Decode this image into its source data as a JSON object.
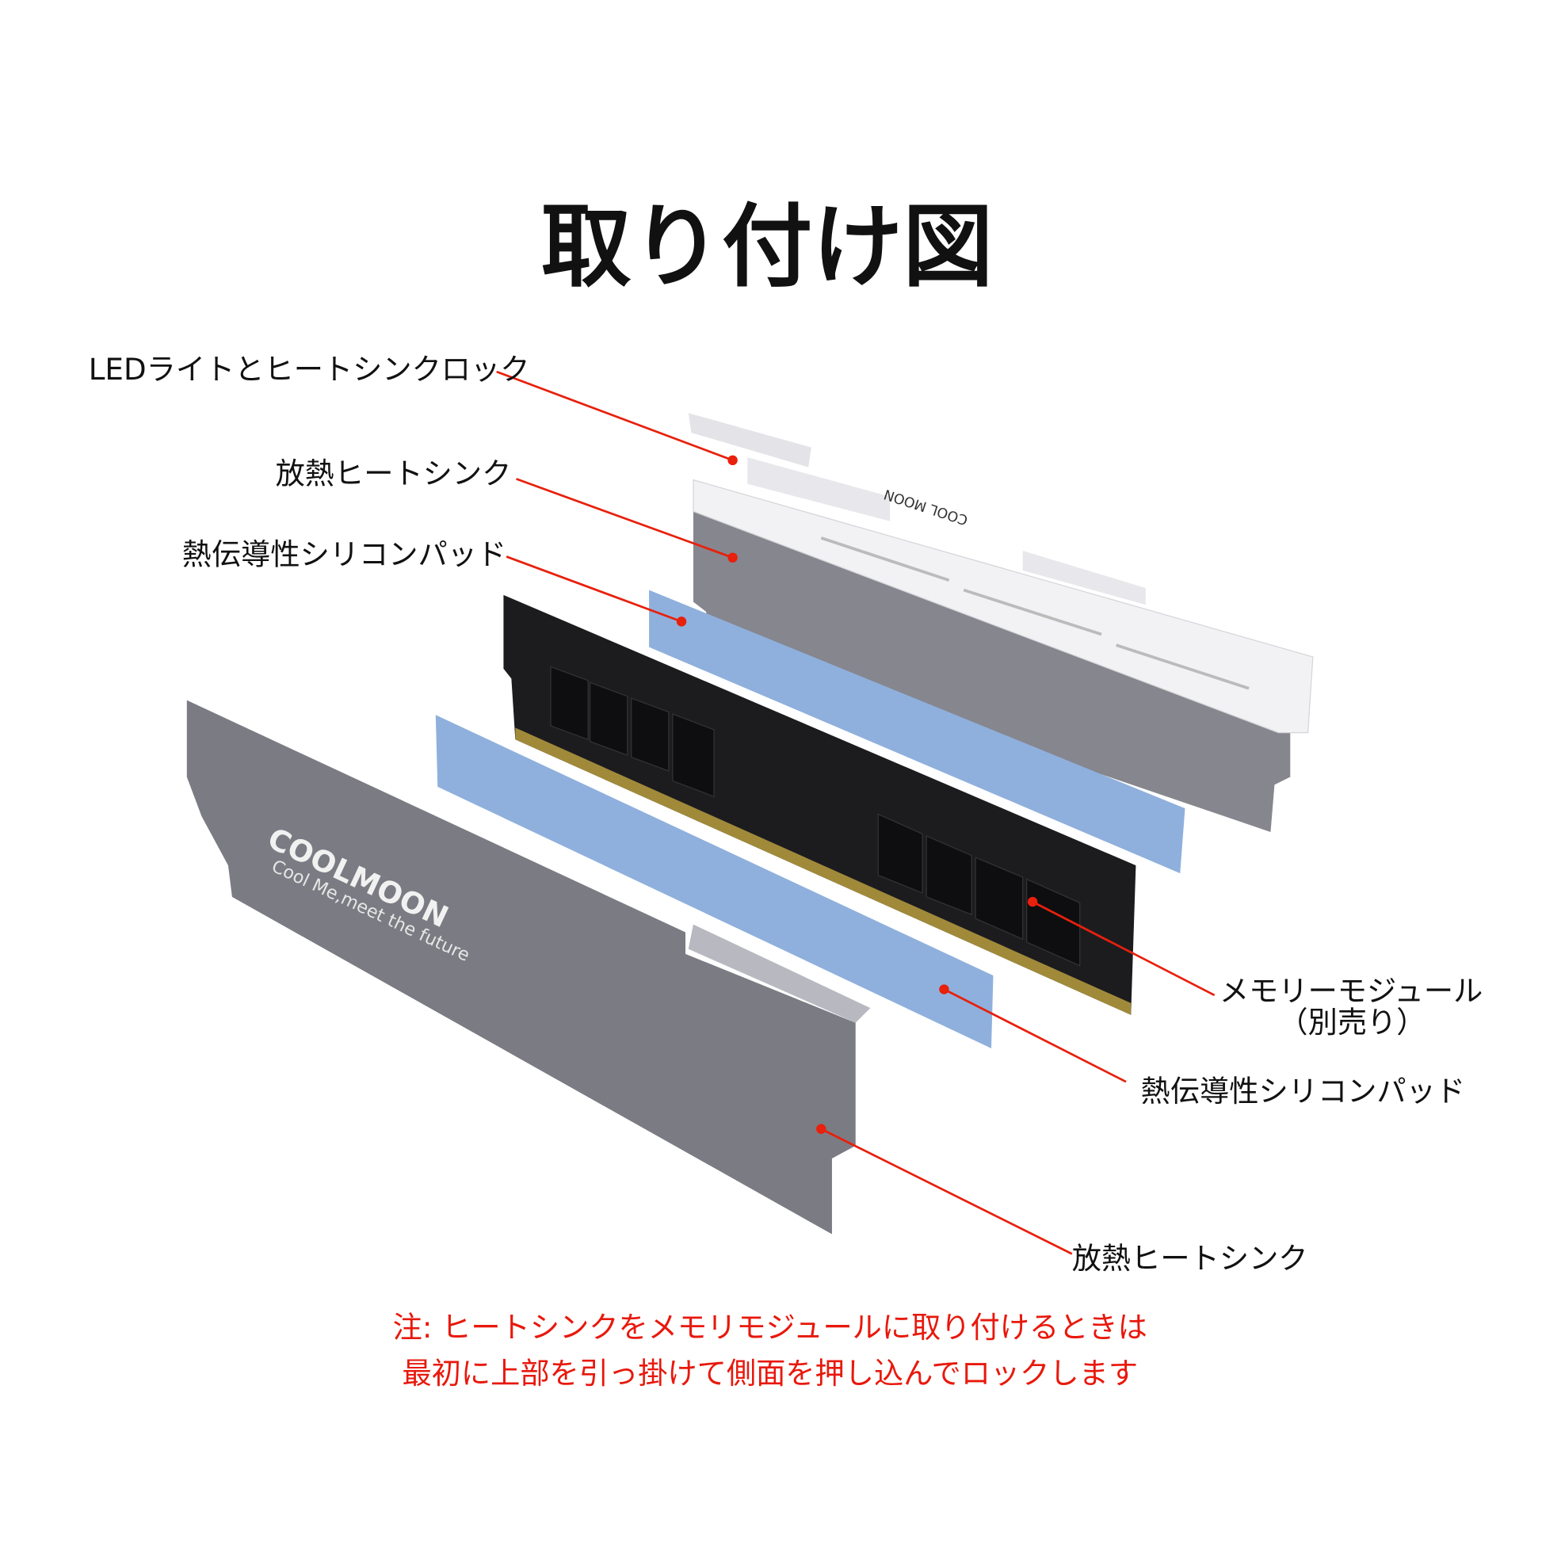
{
  "title": "取り付け図",
  "labels": {
    "led_lock": "LEDライトとヒートシンクロック",
    "heatsink_back": "放熱ヒートシンク",
    "pad_back": "熱伝導性シリコンパッド",
    "memory_module": "メモリーモジュール",
    "memory_module_note": "（別売り）",
    "pad_front": "熱伝導性シリコンパッド",
    "heatsink_front": "放熱ヒートシンク"
  },
  "note": {
    "line1": "注: ヒートシンクをメモリモジュールに取り付けるときは",
    "line2": "最初に上部を引っ掛けて側面を押し込んでロックします"
  },
  "branding": {
    "front_logo": "COOLMOON",
    "front_slogan": "Cool Me,meet the future",
    "back_logo": "COOL MOON"
  },
  "colors": {
    "leader": "#e8200c",
    "pad": "#8fb0dd",
    "heatsink": "#7b7b83",
    "ram": "#1c1c1f"
  }
}
